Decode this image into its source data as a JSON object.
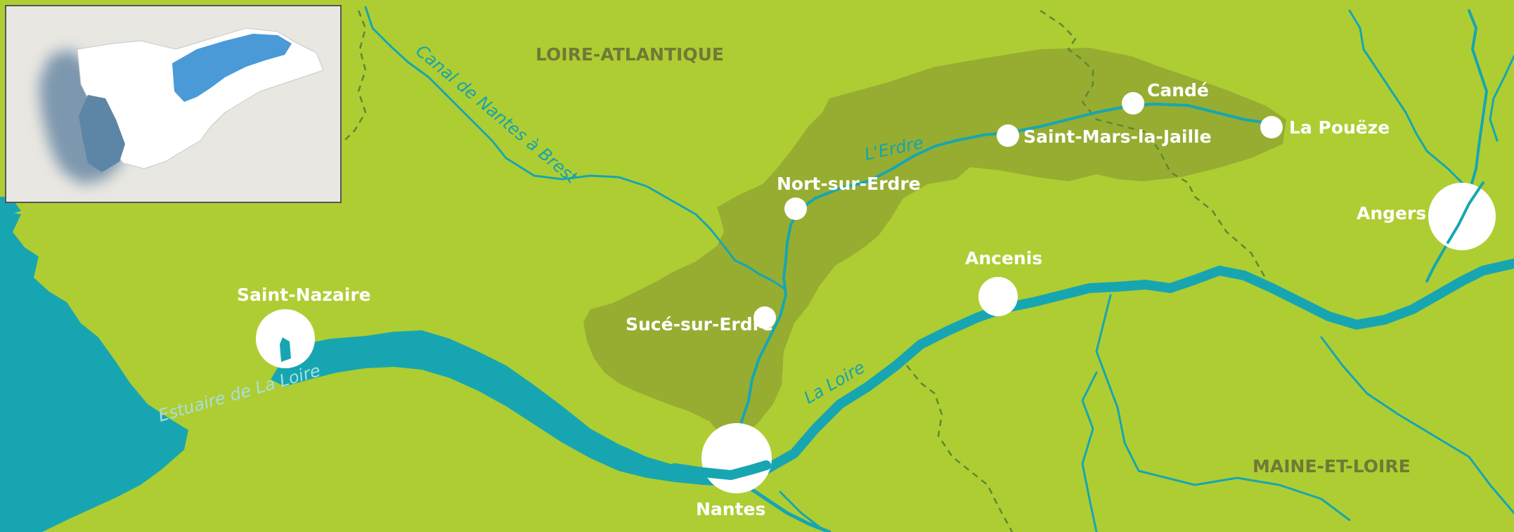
{
  "map": {
    "regions": [
      {
        "id": "loire-atlantique",
        "label": "LOIRE-ATLANTIQUE"
      },
      {
        "id": "maine-et-loire",
        "label": "MAINE-ET-LOIRE"
      }
    ],
    "waterways": {
      "canal": "Canal de Nantes à Brest",
      "erdre": "L'Erdre",
      "loire": "La Loire",
      "estuary": "Estuaire de La Loire"
    },
    "towns": {
      "nantes": "Nantes",
      "saint_nazaire": "Saint-Nazaire",
      "angers": "Angers",
      "ancenis": "Ancenis",
      "nort": "Nort-sur-Erdre",
      "suce": "Sucé-sur-Erdre",
      "saint_mars": "Saint-Mars-la-Jaille",
      "cande": "Candé",
      "la_poueze": "La Pouëze"
    },
    "colors": {
      "land": "#aecd32",
      "highlight_area": "#96ad32",
      "water": "#17a6b1",
      "town": "#ffffff",
      "region_label": "#6f7a36",
      "inset_bg": "#e9e7e1",
      "inset_highlight": "#4a9ad8"
    }
  }
}
